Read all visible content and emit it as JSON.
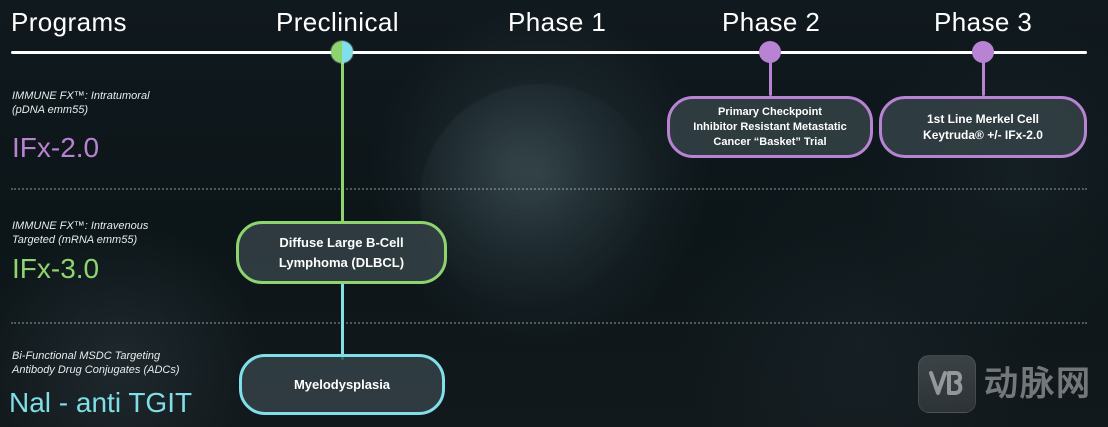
{
  "header": {
    "programs_label": "Programs",
    "stages": [
      {
        "label": "Preclinical"
      },
      {
        "label": "Phase 1"
      },
      {
        "label": "Phase 2"
      },
      {
        "label": "Phase 3"
      }
    ]
  },
  "programs": [
    {
      "subtitle_lines": [
        "IMMUNE FX™: Intratumoral",
        "(pDNA emm55)"
      ],
      "name": "IFx-2.0",
      "name_color": "#B882D2"
    },
    {
      "subtitle_lines": [
        "IMMUNE FX™: Intravenous",
        "Targeted (mRNA emm55)"
      ],
      "name": "IFx-3.0",
      "name_color": "#8FD56F"
    },
    {
      "subtitle_lines": [
        "Bi-Functional MSDC Targeting",
        "Antibody Drug Conjugates (ADCs)"
      ],
      "name": "Nal - anti TGIT",
      "name_color": "#7FDFE6"
    }
  ],
  "trials": [
    {
      "program": "IFx-2.0",
      "stage": "Phase 2",
      "label_lines": [
        "Primary Checkpoint",
        "Inhibitor Resistant Metastatic",
        "Cancer “Basket” Trial"
      ],
      "border_color": "#B883D3"
    },
    {
      "program": "IFx-2.0",
      "stage": "Phase 3",
      "label_lines": [
        "1st Line Merkel Cell",
        "Keytruda® +/- IFx-2.0"
      ],
      "border_color": "#B883D3"
    },
    {
      "program": "IFx-3.0",
      "stage": "Preclinical",
      "label_lines": [
        "Diffuse Large B-Cell",
        "Lymphoma (DLBCL)"
      ],
      "border_color": "#8DD46E"
    },
    {
      "program": "Nal - anti TGIT",
      "stage": "Preclinical",
      "label_lines": [
        "Myelodysplasia"
      ],
      "border_color": "#80DFE8"
    }
  ],
  "watermark": {
    "badge_text": "VB",
    "brand_text": "动脉网"
  },
  "colors": {
    "timeline": "#FFFFFF",
    "purple": "#B883D3",
    "green": "#8DD46E",
    "cyan": "#80DFE8",
    "text_white": "#FFFFFF"
  }
}
